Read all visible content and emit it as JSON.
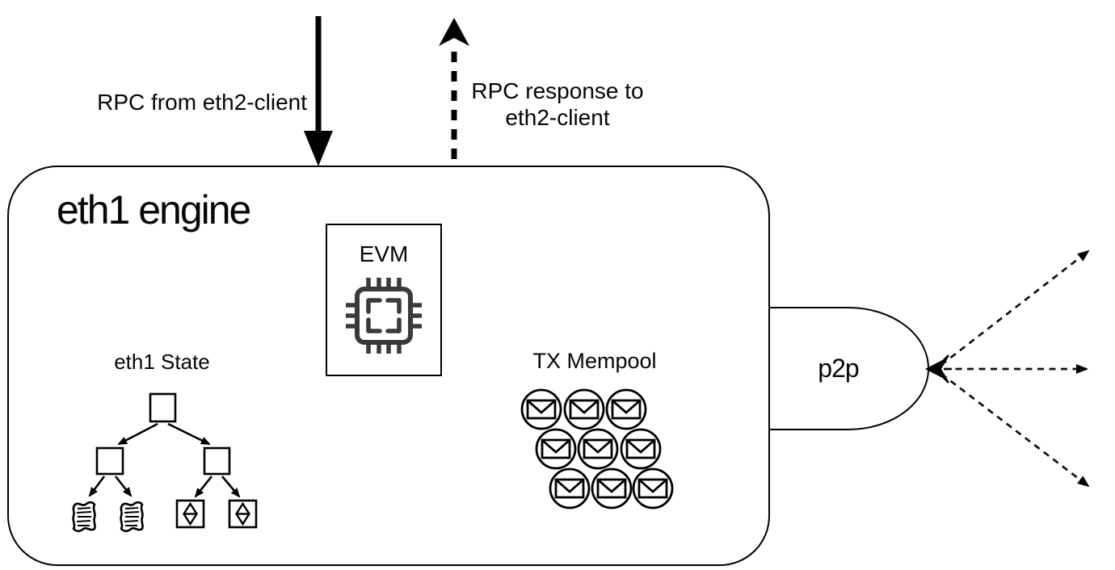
{
  "title": "eth1 engine",
  "arrows": {
    "rpc_in_label": "RPC from eth2-client",
    "rpc_out_line1": "RPC response to",
    "rpc_out_line2": "eth2-client"
  },
  "components": {
    "evm": {
      "label": "EVM",
      "icon": "chip-icon"
    },
    "eth1_state": {
      "label": "eth1 State",
      "icon": "merkle-tree",
      "tree_levels": 3,
      "leaf_icons": [
        "scroll",
        "scroll",
        "eth-diamond",
        "eth-diamond"
      ]
    },
    "tx_mempool": {
      "label": "TX Mempool",
      "icon": "envelope-circle",
      "envelope_count": 9
    },
    "p2p": {
      "label": "p2p",
      "outgoing_peer_arrows": 3
    }
  },
  "colors": {
    "stroke": "#000000",
    "chip": "#3a3a3a",
    "background": "#ffffff"
  }
}
